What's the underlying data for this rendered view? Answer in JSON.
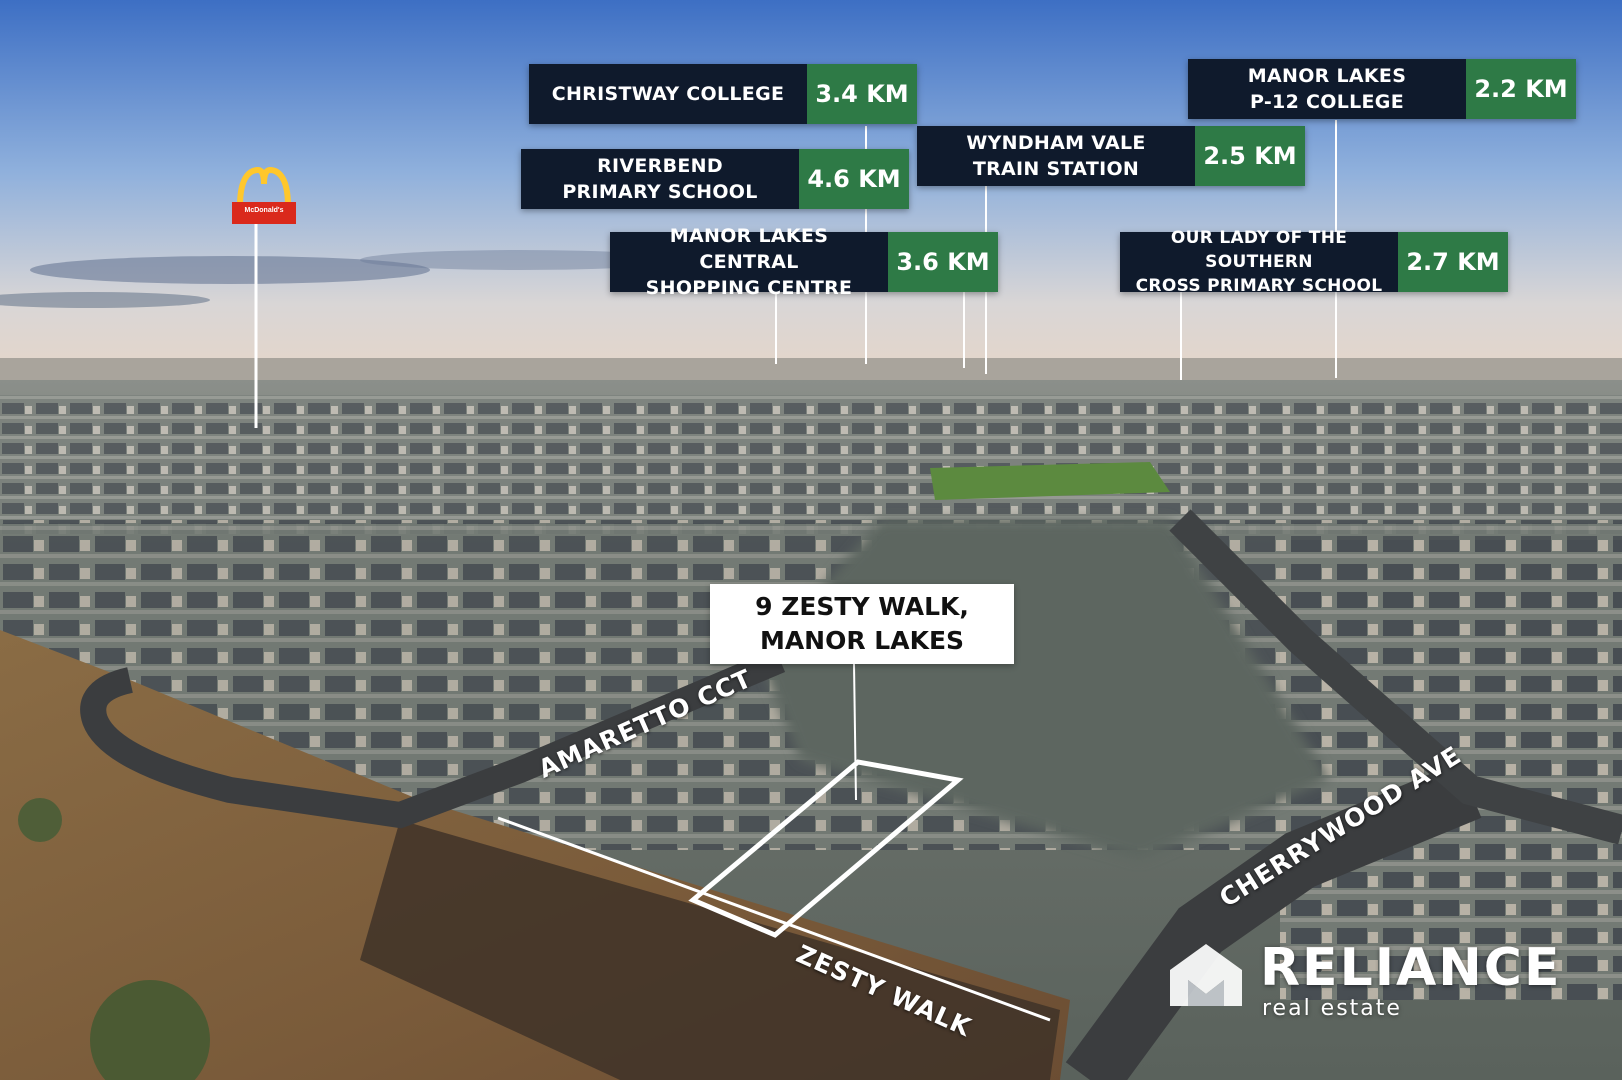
{
  "pois": [
    {
      "id": "christway-college",
      "name": "CHRISTWAY COLLEGE",
      "distance": "3.4 KM"
    },
    {
      "id": "riverbend-primary",
      "name": "RIVERBEND\nPRIMARY SCHOOL",
      "distance": "4.6 KM"
    },
    {
      "id": "manor-lakes-shopping",
      "name": "MANOR LAKES CENTRAL\nSHOPPING CENTRE",
      "distance": "3.6 KM"
    },
    {
      "id": "wyndham-vale-station",
      "name": "WYNDHAM VALE\nTRAIN STATION",
      "distance": "2.5 KM"
    },
    {
      "id": "manor-lakes-college",
      "name": "MANOR LAKES\nP-12 COLLEGE",
      "distance": "2.2 KM"
    },
    {
      "id": "our-lady-primary",
      "name": "OUR LADY OF THE SOUTHERN\nCROSS PRIMARY SCHOOL",
      "distance": "2.7 KM"
    }
  ],
  "address": "9 ZESTY WALK,\nMANOR LAKES",
  "streets": {
    "amaretto": "AMARETTO CCT",
    "cherrywood": "CHERRYWOOD AVE",
    "zesty": "ZESTY WALK"
  },
  "landmark": {
    "name": "McDonald's",
    "icon": "mcdonalds-logo-icon"
  },
  "brand": {
    "name": "RELIANCE",
    "tagline": "real estate",
    "icon": "reliance-house-icon"
  },
  "colors": {
    "label_bg": "#0f1a2c",
    "distance_bg": "#2e7a46",
    "outline": "#ffffff",
    "mcd_red": "#da291c",
    "mcd_yellow": "#ffc72c"
  }
}
